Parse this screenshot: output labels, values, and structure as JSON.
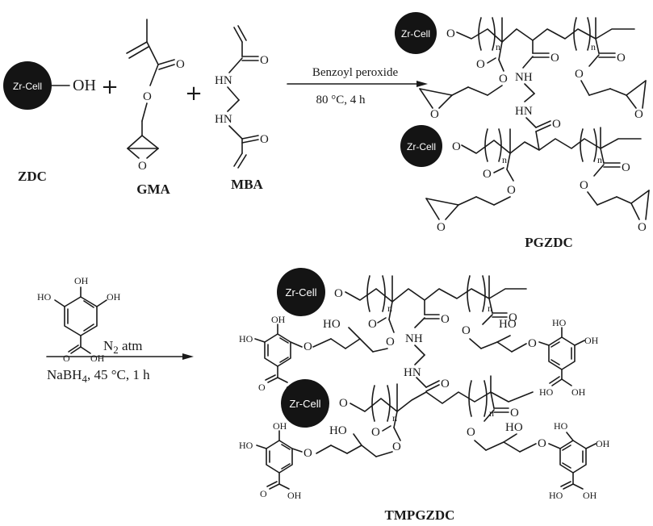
{
  "labels": {
    "zdc": "ZDC",
    "gma": "GMA",
    "mba": "MBA",
    "pgzdc": "PGZDC",
    "tmpgzdc": "TMPGZDC"
  },
  "support": {
    "name": "Zr-Cell"
  },
  "atoms": {
    "oh": "OH",
    "o": "O",
    "hn": "HN",
    "nh": "NH",
    "ho": "HO",
    "n": "n"
  },
  "reaction1": {
    "reagent": "Benzoyl peroxide",
    "condition": "80 °C, 4 h"
  },
  "reaction2": {
    "atmosphere": "N",
    "atmosphere_sub": "2",
    "atmosphere_suffix": " atm",
    "reductant": "NaBH",
    "reductant_sub": "4",
    "condition": ", 45 °C, 1 h"
  },
  "operators": {
    "plus": "+"
  }
}
